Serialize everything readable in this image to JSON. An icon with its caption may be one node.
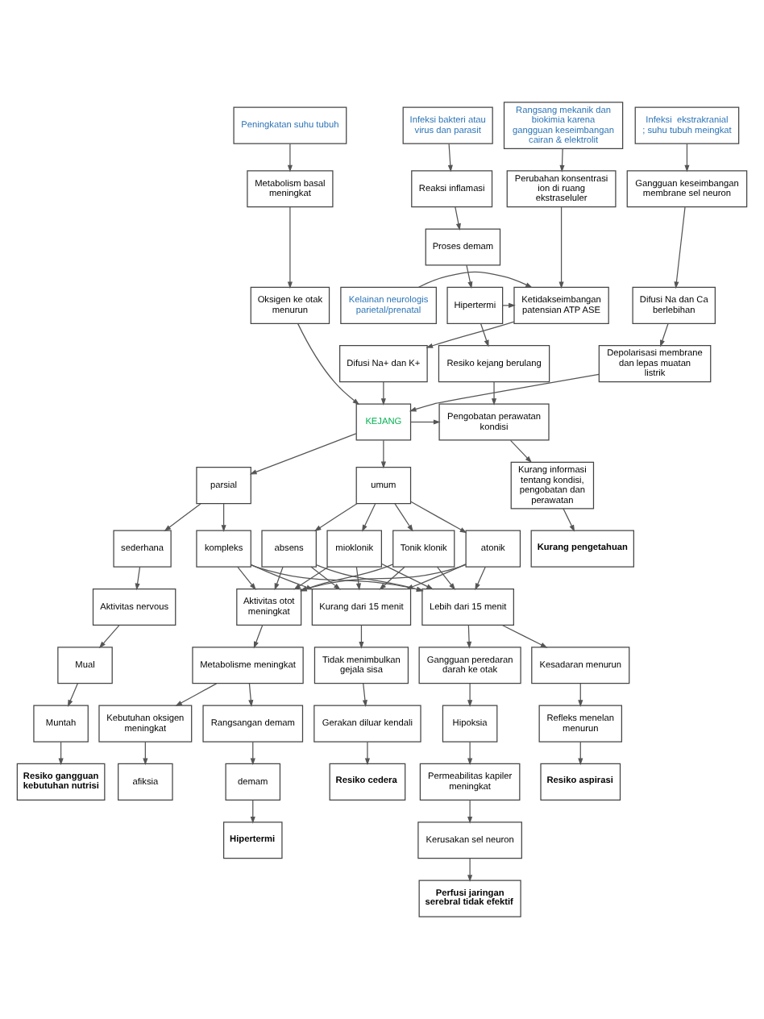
{
  "diagram": {
    "nodes": [
      {
        "text": [
          "Infeksi bakteri atau virus dan parasit"
        ]
      },
      {
        "text": [
          "Rangsang mekanik dan biokimia karena gangguan keseimbangan cairan & elektrolit"
        ]
      },
      {
        "text": [
          "Infeksi  ekstrakranial ; suhu tubuh meingkat"
        ]
      },
      {
        "text": [
          "Peningkatan suhu tubuh"
        ]
      },
      {
        "text": [
          "Reaksi inflamasi"
        ]
      },
      {
        "text": [
          "Perubahan konsentrasi ion di ruang ekstraseluler"
        ]
      },
      {
        "text": [
          "Gangguan keseimbangan membrane sel neuron"
        ]
      },
      {
        "text": [
          "Metabolism basal meningkat"
        ]
      },
      {
        "text": [
          "Proses demam"
        ]
      },
      {
        "text": [
          "Hipertermi"
        ]
      },
      {
        "text": [
          "Ketidakseimbangan patensian ATP ASE"
        ]
      },
      {
        "text": [
          "Kelainan neurologis parietal/prenatal"
        ]
      },
      {
        "text": [
          "Difusi Na dan Ca berlebihan"
        ]
      },
      {
        "text": [
          "Oksigen ke otak menurun"
        ]
      },
      {
        "text": [
          "Resiko kejang berulang"
        ]
      },
      {
        "text": [
          "Difusi Na+ dan K+"
        ]
      },
      {
        "text": [
          "Depolarisasi membrane dan lepas muatan listrik"
        ]
      },
      {
        "text": [
          "Pengobatan perawatan kondisi"
        ]
      },
      {
        "text": [
          "KEJANG"
        ]
      },
      {
        "text": [
          "parsial"
        ]
      },
      {
        "text": [
          "umum"
        ]
      },
      {
        "text": [
          "Kurang informasi tentang kondisi, pengobatan dan perawatan"
        ]
      },
      {
        "text": [
          "sederhana"
        ]
      },
      {
        "text": [
          "kompleks"
        ]
      },
      {
        "text": [
          "absens"
        ]
      },
      {
        "text": [
          "mioklonik"
        ]
      },
      {
        "text": [
          "Tonik klonik"
        ]
      },
      {
        "text": [
          "atonik"
        ]
      },
      {
        "text": [
          "Kurang pengetahuan"
        ]
      },
      {
        "text": [
          "Aktivitas nervous"
        ]
      },
      {
        "text": [
          "Kurang dari 15 menit"
        ]
      },
      {
        "text": [
          "Lebih dari 15 menit"
        ]
      },
      {
        "text": [
          "Aktivitas otot meningkat"
        ]
      },
      {
        "text": [
          "Tidak menimbulkan gejala sisa"
        ]
      },
      {
        "text": [
          "Kesadaran menurun"
        ]
      },
      {
        "text": [
          "Gangguan peredaran darah ke otak"
        ]
      },
      {
        "text": [
          "Metabolisme meningkat"
        ]
      },
      {
        "text": [
          "Gerakan diluar kendali"
        ]
      },
      {
        "text": [
          "Refleks menelan menurun"
        ]
      },
      {
        "text": [
          "Hipoksia"
        ]
      },
      {
        "text": [
          "Kebutuhan oksigen meningkat"
        ]
      },
      {
        "text": [
          "Rangsangan demam"
        ]
      },
      {
        "text": [
          "Resiko cedera"
        ]
      },
      {
        "text": [
          "Resiko aspirasi"
        ]
      },
      {
        "text": [
          "Permeabilitas kapiler meningkat"
        ]
      },
      {
        "text": [
          "afiksia"
        ]
      },
      {
        "text": [
          "demam"
        ]
      },
      {
        "text": [
          "Mual"
        ]
      },
      {
        "text": [
          "Kerusakan sel neuron"
        ]
      },
      {
        "text": [
          "Hipertermi"
        ]
      },
      {
        "text": [
          "Muntah"
        ]
      },
      {
        "text": [
          "Perfusi jaringan serebral tidak efektif"
        ]
      },
      {
        "text": [
          "Resiko gangguan kebutuhan nutrisi"
        ]
      }
    ],
    "edges": [
      {
        "from": 0,
        "to": 4,
        "arrow": "to"
      },
      {
        "from": 4,
        "to": 8,
        "arrow": "to"
      },
      {
        "from": 8,
        "to": 9,
        "arrow": "to"
      },
      {
        "from": 9,
        "to": 14,
        "arrow": "to"
      },
      {
        "from": 14,
        "to": 17,
        "arrow": "to"
      },
      {
        "from": 17,
        "to": 21,
        "arrow": "to"
      },
      {
        "from": 21,
        "to": 28,
        "arrow": "to"
      },
      {
        "from": 9,
        "to": 10,
        "arrow": "to"
      },
      {
        "from": 1,
        "to": 5,
        "arrow": "to"
      },
      {
        "from": 5,
        "to": 10,
        "arrow": "to"
      },
      {
        "from": 11,
        "to": 10,
        "arrow": "to"
      },
      {
        "from": 10,
        "to": 15,
        "arrow": "to"
      },
      {
        "from": 15,
        "to": 18,
        "arrow": "to"
      },
      {
        "from": 2,
        "to": 6,
        "arrow": "to"
      },
      {
        "from": 6,
        "to": 12,
        "arrow": "to"
      },
      {
        "from": 12,
        "to": 16,
        "arrow": "to"
      },
      {
        "from": 16,
        "to": 18,
        "arrow": "to"
      },
      {
        "from": 3,
        "to": 7,
        "arrow": "to"
      },
      {
        "from": 7,
        "to": 13,
        "arrow": "to"
      },
      {
        "from": 13,
        "to": 18,
        "arrow": "to"
      },
      {
        "from": 18,
        "to": 17,
        "arrow": "to"
      },
      {
        "from": 18,
        "to": 19,
        "arrow": "to"
      },
      {
        "from": 18,
        "to": 20,
        "arrow": "to"
      },
      {
        "from": 19,
        "to": 22,
        "arrow": "to"
      },
      {
        "from": 19,
        "to": 23,
        "arrow": "to"
      },
      {
        "from": 20,
        "to": 24,
        "arrow": "to"
      },
      {
        "from": 20,
        "to": 25,
        "arrow": "to"
      },
      {
        "from": 20,
        "to": 26,
        "arrow": "to"
      },
      {
        "from": 20,
        "to": 27,
        "arrow": "to"
      },
      {
        "from": 22,
        "to": 29,
        "arrow": "to"
      },
      {
        "from": 23,
        "to": 30,
        "arrow": "to"
      },
      {
        "from": 23,
        "to": 31,
        "arrow": "to"
      },
      {
        "from": 23,
        "to": 32,
        "arrow": "to"
      },
      {
        "from": 24,
        "to": 30,
        "arrow": "to"
      },
      {
        "from": 24,
        "to": 31,
        "arrow": "to"
      },
      {
        "from": 24,
        "to": 32,
        "arrow": "to"
      },
      {
        "from": 25,
        "to": 30,
        "arrow": "to"
      },
      {
        "from": 25,
        "to": 31,
        "arrow": "to"
      },
      {
        "from": 25,
        "to": 32,
        "arrow": "to"
      },
      {
        "from": 26,
        "to": 30,
        "arrow": "to"
      },
      {
        "from": 26,
        "to": 31,
        "arrow": "to"
      },
      {
        "from": 26,
        "to": 32,
        "arrow": "to"
      },
      {
        "from": 27,
        "to": 30,
        "arrow": "to"
      },
      {
        "from": 27,
        "to": 31,
        "arrow": "to"
      },
      {
        "from": 27,
        "to": 32,
        "arrow": "to"
      },
      {
        "from": 30,
        "to": 33,
        "arrow": "to"
      },
      {
        "from": 33,
        "to": 37,
        "arrow": "to"
      },
      {
        "from": 37,
        "to": 42,
        "arrow": "to"
      },
      {
        "from": 31,
        "to": 34,
        "arrow": "to"
      },
      {
        "from": 31,
        "to": 35,
        "arrow": "to"
      },
      {
        "from": 34,
        "to": 38,
        "arrow": "to"
      },
      {
        "from": 38,
        "to": 43,
        "arrow": "to"
      },
      {
        "from": 35,
        "to": 39,
        "arrow": "to"
      },
      {
        "from": 39,
        "to": 44,
        "arrow": "to"
      },
      {
        "from": 44,
        "to": 48,
        "arrow": "to"
      },
      {
        "from": 48,
        "to": 51,
        "arrow": "to"
      },
      {
        "from": 32,
        "to": 36,
        "arrow": "to"
      },
      {
        "from": 36,
        "to": 40,
        "arrow": "to"
      },
      {
        "from": 36,
        "to": 41,
        "arrow": "to"
      },
      {
        "from": 40,
        "to": 45,
        "arrow": "to"
      },
      {
        "from": 41,
        "to": 46,
        "arrow": "to"
      },
      {
        "from": 46,
        "to": 49,
        "arrow": "to"
      },
      {
        "from": 29,
        "to": 47,
        "arrow": "to"
      },
      {
        "from": 47,
        "to": 50,
        "arrow": "to"
      },
      {
        "from": 50,
        "to": 52,
        "arrow": "to"
      }
    ]
  }
}
